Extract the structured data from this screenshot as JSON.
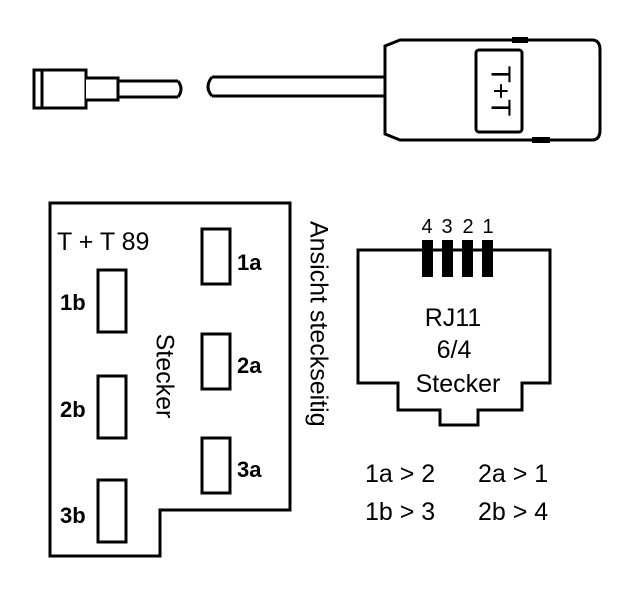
{
  "cable": {
    "adapter_label": "T+T"
  },
  "tt_plug": {
    "title": "T + T 89",
    "center_label": "Stecker",
    "side_label": "Ansicht steckseitig",
    "pins": {
      "a1": "1a",
      "a2": "2a",
      "a3": "3a",
      "b1": "1b",
      "b2": "2b",
      "b3": "3b"
    }
  },
  "rj11": {
    "pin_numbers": [
      "4",
      "3",
      "2",
      "1"
    ],
    "name": "RJ11",
    "spec": "6/4",
    "type": "Stecker"
  },
  "mapping": {
    "row1": [
      "1a > 2",
      "2a > 1"
    ],
    "row2": [
      "1b > 3",
      "2b > 4"
    ]
  },
  "colors": {
    "ink": "#000000",
    "background": "#ffffff"
  }
}
